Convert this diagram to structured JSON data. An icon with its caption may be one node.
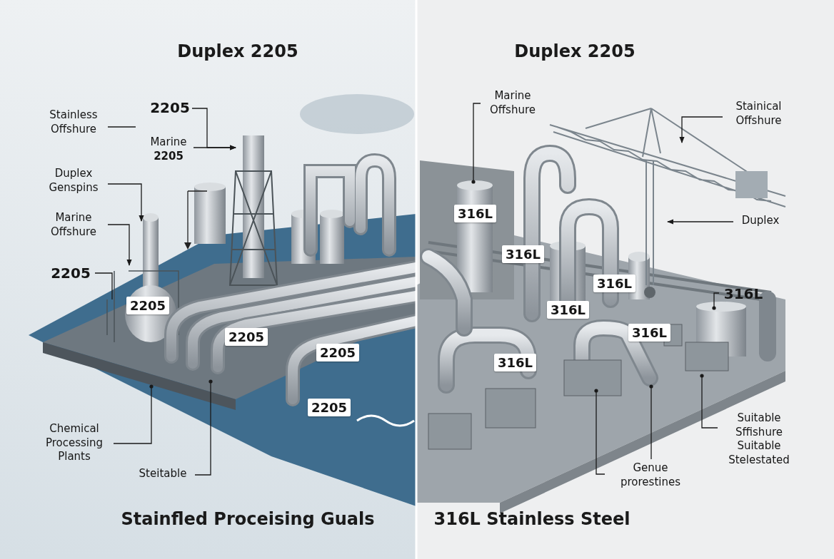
{
  "diagram": {
    "nodes": [
      {
        "text": [
          "Stainless Offshure"
        ]
      },
      {
        "text": [
          "2205"
        ]
      },
      {
        "text": [
          "Marine **2205**"
        ]
      },
      {
        "text": [
          "Duplex Genspins"
        ]
      },
      {
        "text": [
          "Marine Offshure"
        ]
      },
      {
        "text": [
          "2205"
        ]
      },
      {
        "text": [
          "Chemical Processing Plants"
        ]
      },
      {
        "text": [
          "Steitable"
        ]
      },
      {
        "text": [
          "Marine Offshure"
        ]
      },
      {
        "text": [
          "Stainical Offshure"
        ]
      },
      {
        "text": [
          "Duplex"
        ]
      },
      {
        "text": [
          "316L"
        ]
      },
      {
        "text": [
          "Suitable Sffishure Suitable Stelestated"
        ]
      },
      {
        "text": [
          "Genue prorestines"
        ]
      },
      {
        "text": [
          "2205"
        ]
      },
      {
        "text": [
          "2205"
        ]
      },
      {
        "text": [
          "2205"
        ]
      },
      {
        "text": [
          "2205"
        ]
      },
      {
        "text": [
          "316L"
        ]
      },
      {
        "text": [
          "316L"
        ]
      },
      {
        "text": [
          "316L"
        ]
      },
      {
        "text": [
          "316L"
        ]
      },
      {
        "text": [
          "316L"
        ]
      },
      {
        "text": [
          "316L"
        ]
      }
    ],
    "edges": [
      {
        "from": 0,
        "to": null,
        "arrow": "none"
      },
      {
        "from": 1,
        "to": null,
        "arrow": "to"
      },
      {
        "from": 2,
        "to": null,
        "arrow": "to"
      },
      {
        "from": 3,
        "to": null,
        "arrow": "to"
      },
      {
        "from": 4,
        "to": null,
        "arrow": "to"
      },
      {
        "from": 5,
        "to": null,
        "arrow": "none"
      },
      {
        "from": 6,
        "to": null,
        "arrow": "other"
      },
      {
        "from": 7,
        "to": null,
        "arrow": "other"
      },
      {
        "from": 8,
        "to": null,
        "arrow": "other"
      },
      {
        "from": 9,
        "to": null,
        "arrow": "to"
      },
      {
        "from": 10,
        "to": null,
        "arrow": "to"
      },
      {
        "from": 11,
        "to": null,
        "arrow": "other"
      },
      {
        "from": 12,
        "to": null,
        "arrow": "other"
      },
      {
        "from": 13,
        "to": null,
        "arrow": "other"
      },
      {
        "from": 13,
        "to": null,
        "arrow": "other"
      }
    ],
    "labels": [
      "Duplex 2205",
      "Duplex 2205",
      "Stainfled Proceising Guals",
      "316L Stainless Steel"
    ]
  }
}
